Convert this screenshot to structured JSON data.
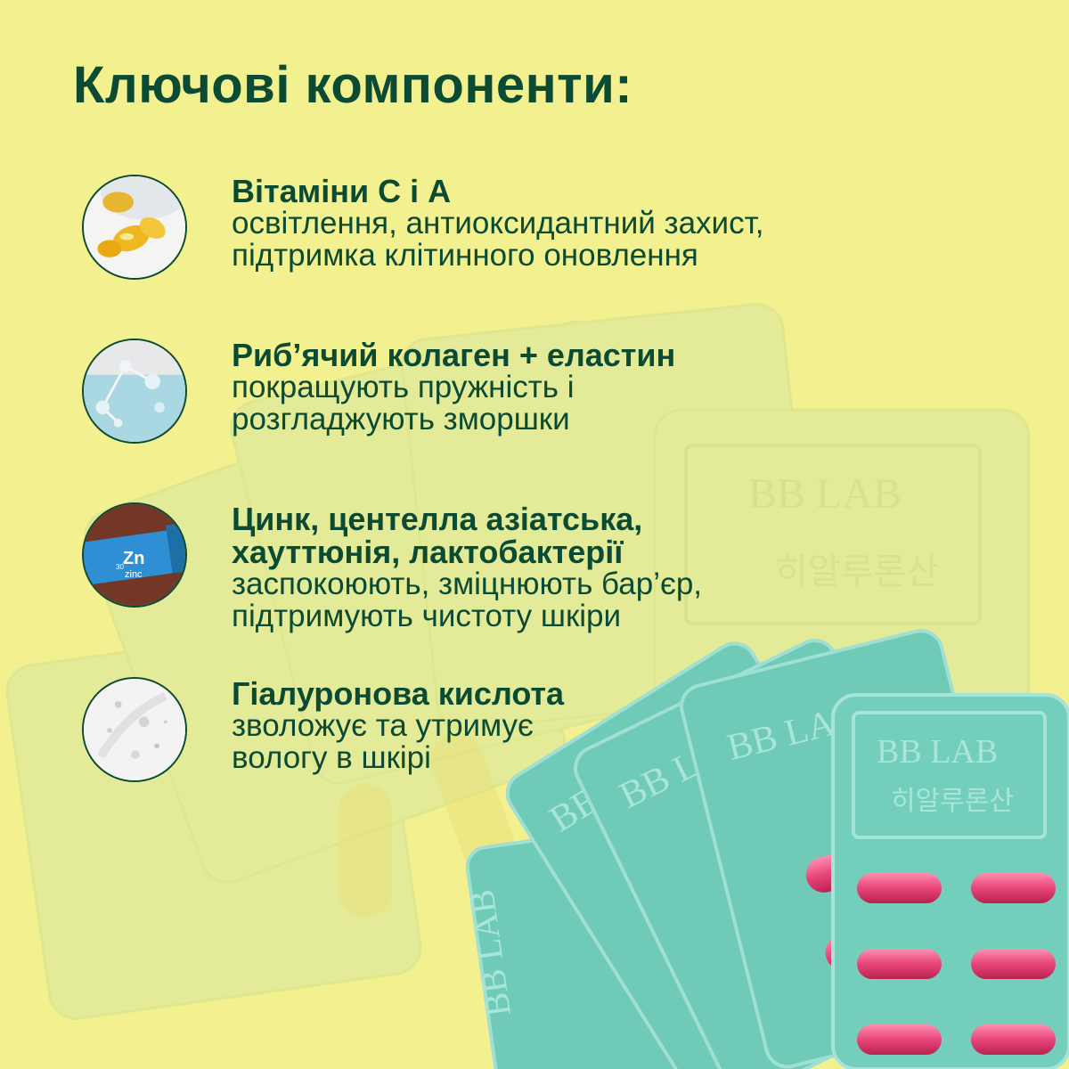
{
  "title": "Ключові компоненти:",
  "items": [
    {
      "heading": [
        "Вітаміни С і А"
      ],
      "desc": [
        "освітлення, антиоксидантний захист,",
        "підтримка клітинного оновлення"
      ],
      "icon": "vitamin-capsules-icon"
    },
    {
      "heading": [
        "Риб’ячий колаген + еластин"
      ],
      "desc": [
        "покращують пружність і",
        "розгладжують зморшки"
      ],
      "icon": "molecule-icon"
    },
    {
      "heading": [
        "Цинк, центелла азіатська,",
        "хауттюнія, лактобактерії"
      ],
      "desc": [
        "заспокоюють, зміцнюють бар’єр,",
        "підтримують чистоту шкіри"
      ],
      "icon": "zinc-vial-icon"
    },
    {
      "heading": [
        "Гіалуронова кислота"
      ],
      "desc": [
        "зволожує та утримує",
        "вологу в шкірі"
      ],
      "icon": "gel-drops-icon"
    }
  ],
  "zinc_label": {
    "number": "30",
    "symbol": "Zn",
    "name": "zinc"
  },
  "product": {
    "brand": "BB LAB",
    "korean": "히알루론산"
  },
  "colors": {
    "background": "#f3f08f",
    "text": "#0b4a33",
    "pack": "#6fcbb8",
    "capsule": "#e8457a"
  }
}
